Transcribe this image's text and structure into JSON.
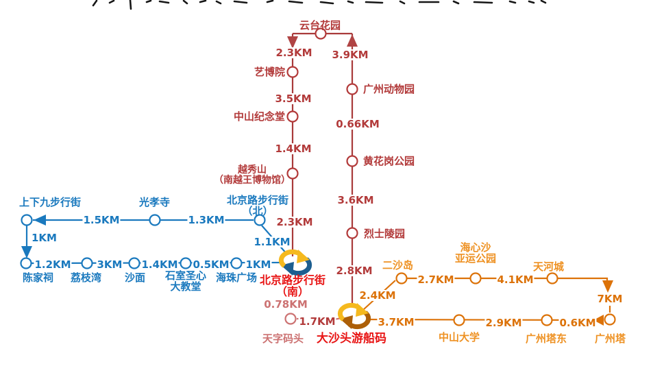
{
  "colors": {
    "red_route": "#B23A3A",
    "red_bright": "#E81414",
    "red_light": "#CC7272",
    "blue_route": "#1A79BE",
    "orange_route": "#DC7208",
    "orange_text": "#EE9122",
    "hub_gold": "#F5B91E",
    "hub_navy": "#1C5E90",
    "hub_brown": "#AC5F08"
  },
  "red": {
    "yuntai": "云台花园",
    "yibo": "艺博院",
    "zhongshan_memorial": "中山纪念堂",
    "yuexiu1": "越秀山",
    "yuexiu2": "（南越王博物馆）",
    "zoo": "广州动物园",
    "huanghuagang": "黄花岗公园",
    "lieshi": "烈士陵园",
    "bjlu_south1": "北京路步行街",
    "bjlu_south2": "（南）",
    "dashatou": "大沙头游船码",
    "tianzi": "天字码头",
    "km_yuntai_yibo": "2.3KM",
    "km_zoo_yuntai": "3.9KM",
    "km_yibo_zsm": "3.5KM",
    "km_zoo_hhg": "0.66KM",
    "km_zsm_yuexiu": "1.4KM",
    "km_hhg_lieshi": "3.6KM",
    "km_yuexiu_bjsouth": "2.3KM",
    "km_lieshi_dashatou": "2.8KM",
    "km_bjsouth_tianzi": "0.78KM",
    "km_tianzi_dashatou": "1.7KM"
  },
  "blue": {
    "shangxiajiu": "上下九步行街",
    "guangxiaosi": "光孝寺",
    "bjlu_north1": "北京路步行街",
    "bjlu_north2": "（北）",
    "chenjiaci": "陈家祠",
    "lizhiwan": "荔枝湾",
    "shamian": "沙面",
    "shishi1": "石室圣心",
    "shishi2": "大教堂",
    "haizhu": "海珠广场",
    "km_guangxiao_sxj": "1.5KM",
    "km_bjnorth_guangxiao": "1.3KM",
    "km_sxj_chenjiaci": "1KM",
    "km_chenjiaci_lizhiwan": "1.2KM",
    "km_lizhiwan_shamian": "3KM",
    "km_shamian_shishi": "1.4KM",
    "km_shishi_haizhu": "0.5KM",
    "km_haizhu_bjsouth": "1KM",
    "km_bjnorth_bjsouth": "1.1KM"
  },
  "orange": {
    "ershadao": "二沙岛",
    "haixinsha1": "海心沙",
    "haixinsha2": "亚运公园",
    "tianhecheng": "天河城",
    "zhongshan_univ": "中山大学",
    "gztower_east": "广州塔东",
    "gztower": "广州塔",
    "km_dashatou_ershadao": "2.4KM",
    "km_ershadao_haixinsha": "2.7KM",
    "km_haixinsha_tianhecheng": "4.1KM",
    "km_tianhecheng_gztower": "7KM",
    "km_dashatou_zsu": "3.7KM",
    "km_zsu_east": "2.9KM",
    "km_east_tower": "0.6KM"
  }
}
